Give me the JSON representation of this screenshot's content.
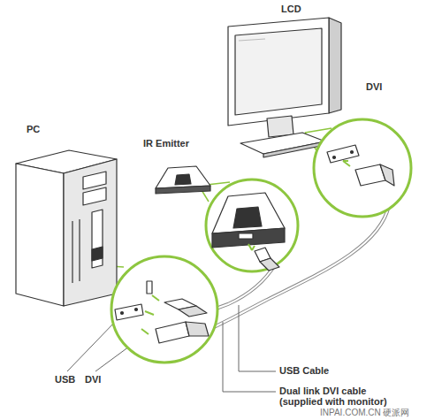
{
  "diagram": {
    "labels": [
      "LCD",
      "DVI",
      "PC",
      "IR Emitter",
      "USB",
      "DVI",
      "USB Cable",
      "Dual link DVI cable",
      "(supplied with monitor)",
      "INPAI.COM.CN 硬派网"
    ]
  }
}
